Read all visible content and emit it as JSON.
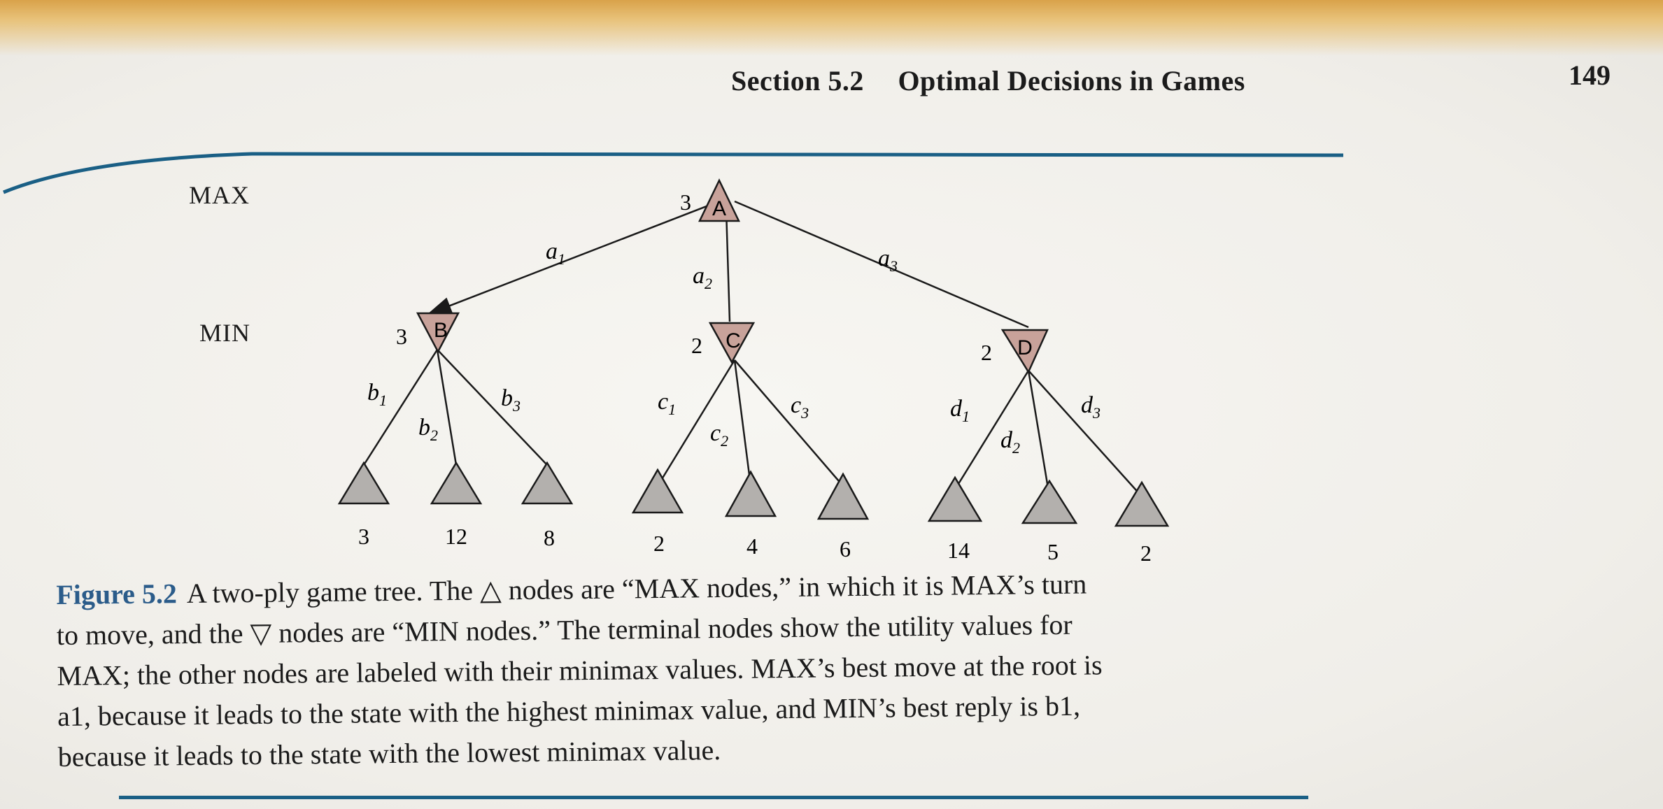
{
  "header": {
    "section_number": "Section 5.2",
    "section_title": "Optimal Decisions in Games",
    "page_number": "149"
  },
  "figure": {
    "level_labels": {
      "max": "MAX",
      "min": "MIN"
    },
    "root": {
      "label": "A",
      "value": "3"
    },
    "min_nodes": [
      {
        "label": "B",
        "value": "3"
      },
      {
        "label": "C",
        "value": "2"
      },
      {
        "label": "D",
        "value": "2"
      }
    ],
    "root_edges": [
      "a1",
      "a2",
      "a3"
    ],
    "edge_labels": {
      "B": [
        "b1",
        "b2",
        "b3"
      ],
      "C": [
        "c1",
        "c2",
        "c3"
      ],
      "D": [
        "d1",
        "d2",
        "d3"
      ]
    },
    "terminal_values": [
      "3",
      "12",
      "8",
      "2",
      "4",
      "6",
      "14",
      "5",
      "2"
    ],
    "colors": {
      "node_fill": "#c8a29a",
      "terminal_fill": "#b3b0ad",
      "line": "#1a1a1a",
      "rule": "#1a5f85"
    }
  },
  "caption": {
    "figure_label": "Figure 5.2",
    "lines": [
      "A two-ply game tree. The △ nodes are “MAX nodes,” in which it is MAX’s turn",
      "to move, and the ▽ nodes are “MIN nodes.” The terminal nodes show the utility values for",
      "MAX; the other nodes are labeled with their minimax values. MAX’s best move at the root is",
      "a1, because it leads to the state with the highest minimax value, and MIN’s best reply is b1,",
      "because it leads to the state with the lowest minimax value."
    ]
  }
}
